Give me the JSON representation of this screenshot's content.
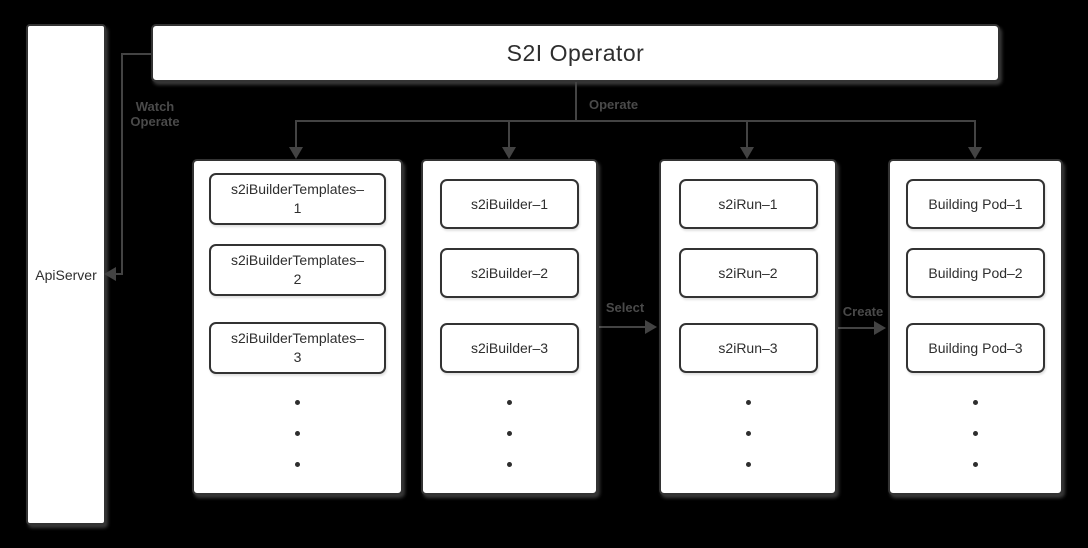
{
  "api_server": {
    "label": "ApiServer"
  },
  "operator": {
    "label": "S2I Operator"
  },
  "edges": {
    "watch": {
      "label": "Watch\nOperate"
    },
    "operate": {
      "label": "Operate"
    },
    "select": {
      "label": "Select"
    },
    "create": {
      "label": "Create"
    }
  },
  "groups": [
    {
      "items": [
        "s2iBuilderTemplates–\n1",
        "s2iBuilderTemplates–\n2",
        "s2iBuilderTemplates–\n3"
      ],
      "ellipsis_dots": 3
    },
    {
      "items": [
        "s2iBuilder–1",
        "s2iBuilder–2",
        "s2iBuilder–3"
      ],
      "ellipsis_dots": 3
    },
    {
      "items": [
        "s2iRun–1",
        "s2iRun–2",
        "s2iRun–3"
      ],
      "ellipsis_dots": 3
    },
    {
      "items": [
        "Building Pod–1",
        "Building Pod–2",
        "Building Pod–3"
      ],
      "ellipsis_dots": 3
    }
  ],
  "colors": {
    "background": "#000000",
    "node_fill": "#ffffff",
    "node_border": "#333333",
    "node_text": "#2e2e2e",
    "connector": "#434343",
    "edge_label": "#4a4a4a"
  }
}
